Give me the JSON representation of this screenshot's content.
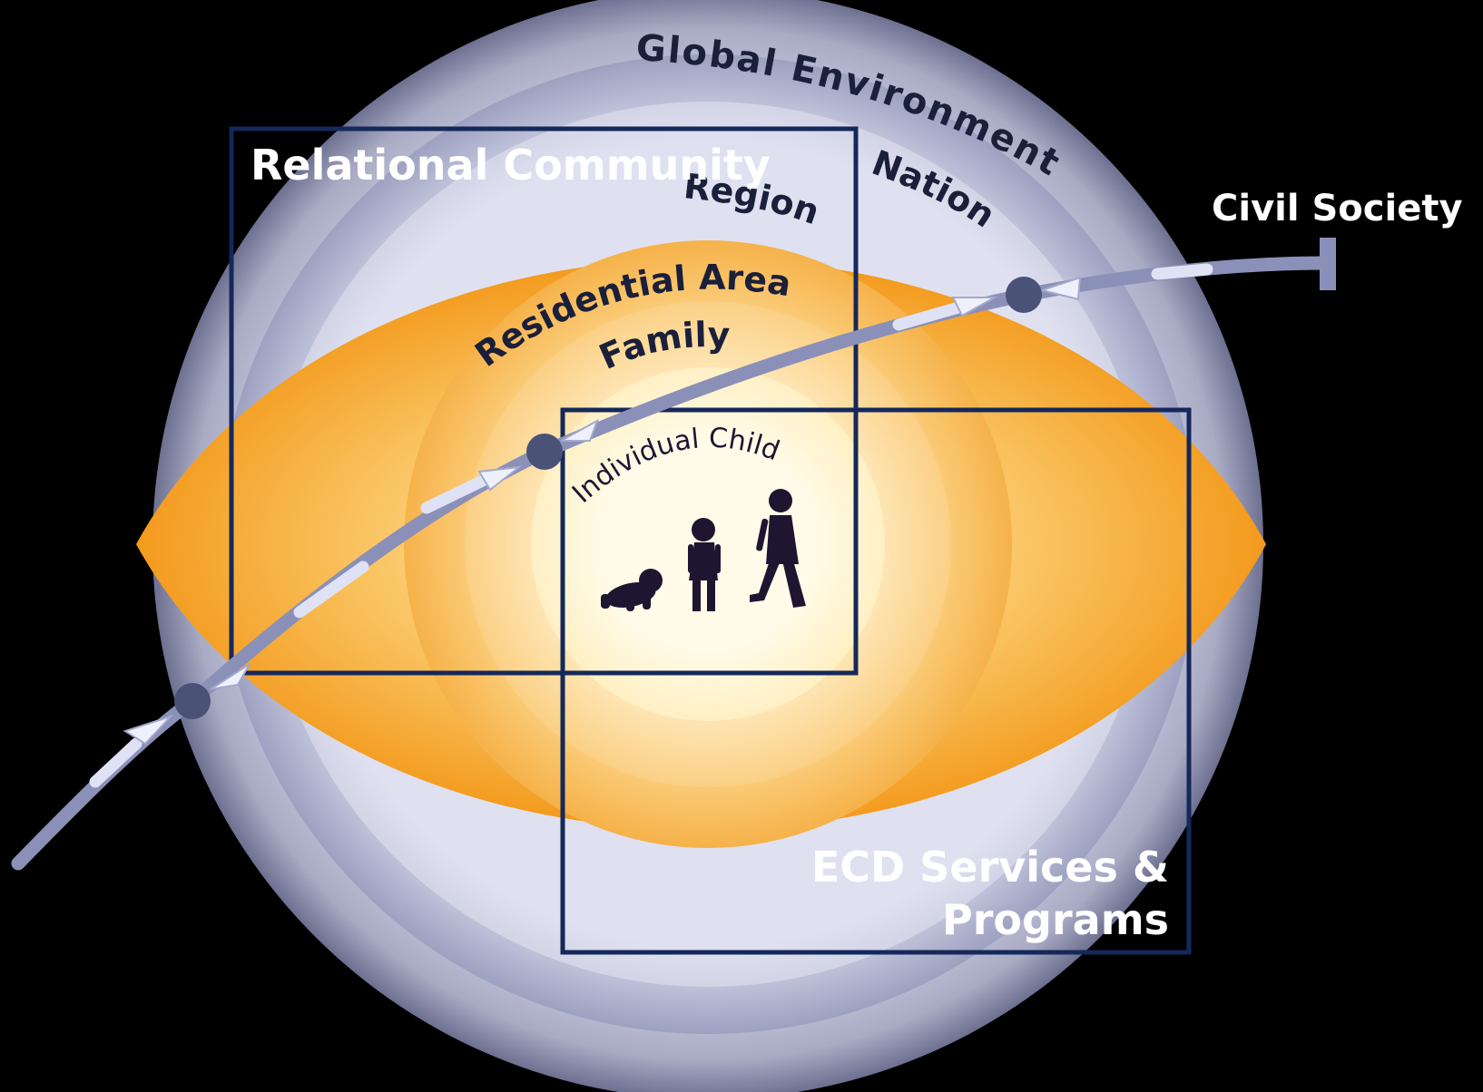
{
  "diagram": {
    "rings": {
      "global": "Global Environment",
      "nation": "Nation",
      "region": "Region",
      "residential": "Residential Area",
      "family": "Family",
      "child": "Individual Child"
    },
    "boxes": {
      "relational": "Relational Community",
      "ecd_line1": "ECD Services &",
      "ecd_line2": "Programs"
    },
    "axis_label": "Civil Society",
    "silhouette_icons": [
      "crawling-baby-icon",
      "standing-toddler-icon",
      "walking-child-icon"
    ],
    "colors": {
      "background": "#000000",
      "outer_ring": "#9a9db8",
      "inner_ring": "#c6c9e0",
      "orange": "#f39a1d",
      "center": "#fffbe6",
      "box_stroke": "#15285a",
      "arrow": "#8a90b8",
      "node": "#4a5277"
    }
  }
}
